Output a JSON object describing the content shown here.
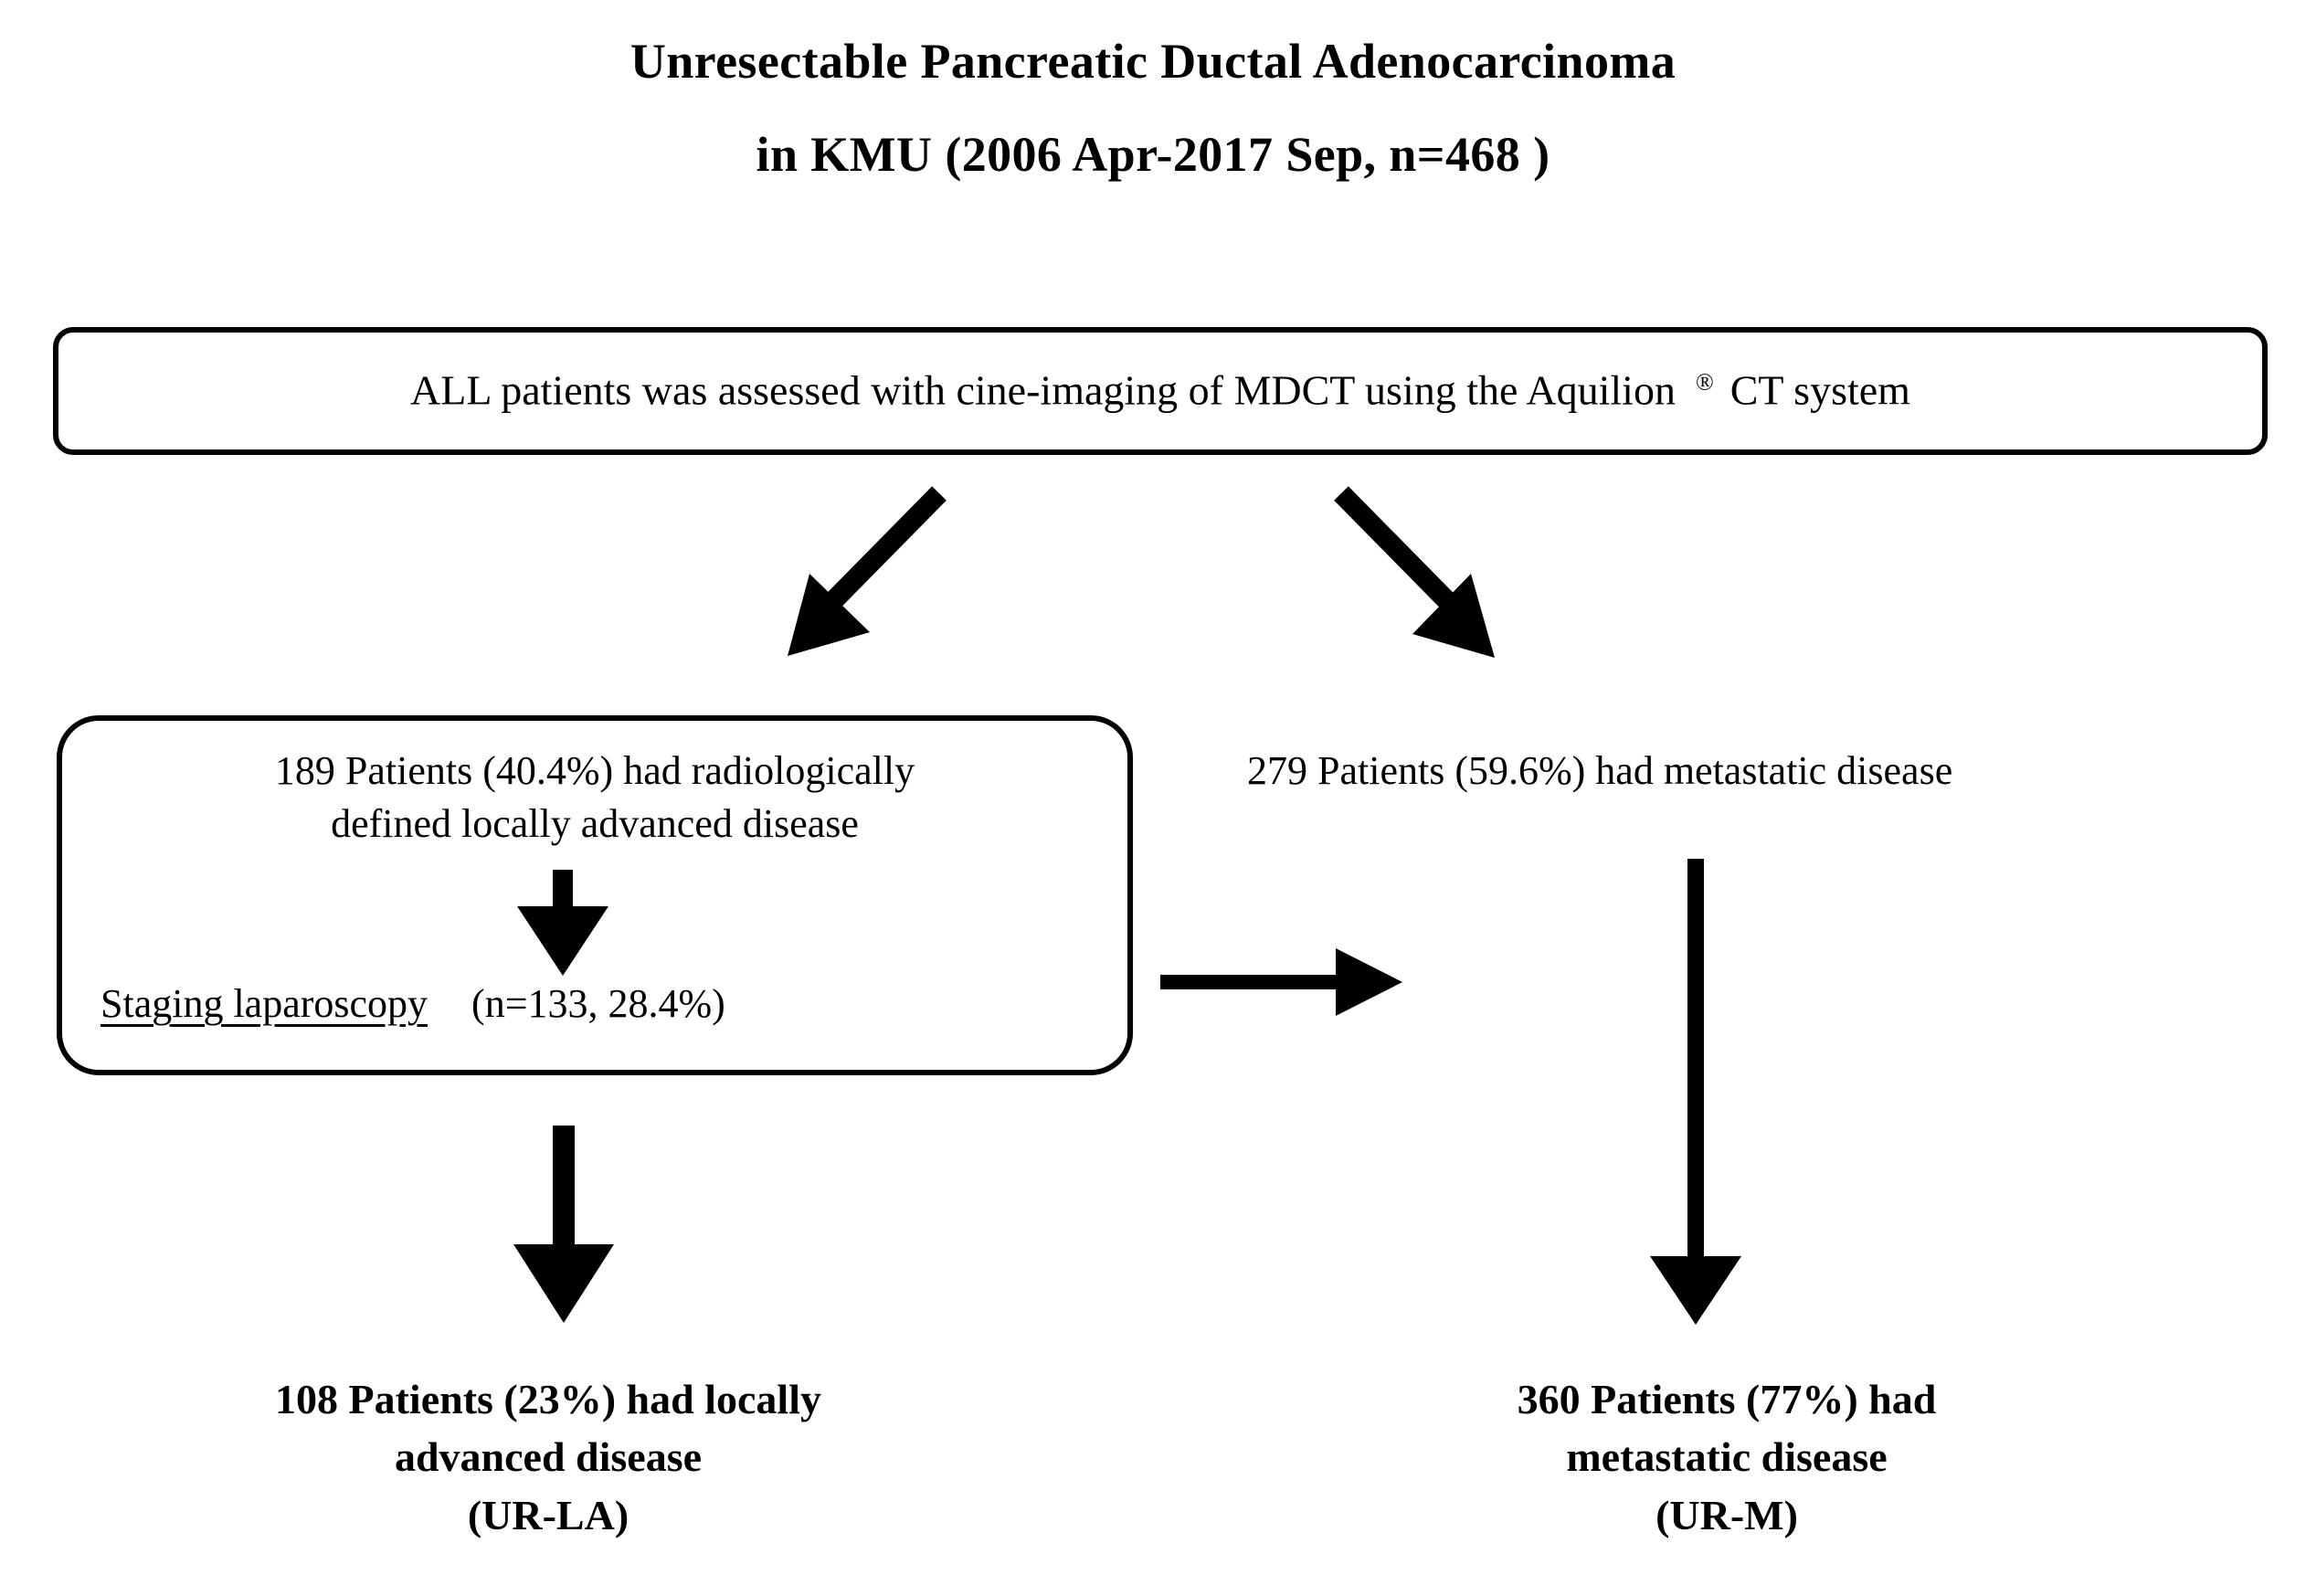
{
  "title": {
    "line1": "Unresectable Pancreatic Ductal  Adenocarcinoma",
    "line2": "in KMU (2006 Apr-2017 Sep, n=468 )"
  },
  "top_box": {
    "text_before": "ALL patients was assessed with cine-imaging of MDCT using the Aquilion",
    "registered_mark": "®",
    "text_after": "CT system"
  },
  "locally_advanced_box": {
    "line1": "189 Patients (40.4%) had radiologically",
    "line2": "defined locally advanced disease",
    "procedure_label": "Staging laparoscopy",
    "procedure_count": "(n=133, 28.4%)"
  },
  "metastatic_branch": {
    "label": "279 Patients (59.6%) had metastatic disease"
  },
  "outcome_left": {
    "line1": "108 Patients (23%) had locally",
    "line2": "advanced disease",
    "line3": "(UR-LA)"
  },
  "outcome_right": {
    "line1": "360 Patients (77%) had",
    "line2": "metastatic disease",
    "line3": "(UR-M)"
  },
  "colors": {
    "stroke": "#000000",
    "background": "#ffffff"
  },
  "chart_data": {
    "type": "diagram",
    "diagram_kind": "flowchart",
    "title": "Unresectable Pancreatic Ductal Adenocarcinoma in KMU (2006 Apr-2017 Sep, n=468 )",
    "total_n": 468,
    "nodes": [
      {
        "id": "assessment",
        "label": "ALL patients was assessed with cine-imaging of MDCT using the Aquilion ® CT system",
        "shape": "rounded-rect"
      },
      {
        "id": "locally-advanced",
        "label": "189 Patients (40.4%) had radiologically defined locally advanced disease",
        "n": 189,
        "percent": 40.4,
        "shape": "rounded-rect"
      },
      {
        "id": "staging-laparoscopy",
        "label": "Staging laparoscopy (n=133, 28.4%)",
        "n": 133,
        "percent": 28.4,
        "shape": "text"
      },
      {
        "id": "metastatic",
        "label": "279 Patients (59.6%) had metastatic disease",
        "n": 279,
        "percent": 59.6,
        "shape": "text"
      },
      {
        "id": "ur-la",
        "label": "108 Patients (23%) had locally advanced disease (UR-LA)",
        "n": 108,
        "percent": 23,
        "shape": "text"
      },
      {
        "id": "ur-m",
        "label": "360 Patients (77%) had metastatic disease (UR-M)",
        "n": 360,
        "percent": 77,
        "shape": "text"
      }
    ],
    "edges": [
      {
        "from": "assessment",
        "to": "locally-advanced",
        "style": "thick-diagonal-left"
      },
      {
        "from": "assessment",
        "to": "metastatic",
        "style": "thick-diagonal-right"
      },
      {
        "from": "locally-advanced",
        "to": "staging-laparoscopy",
        "style": "thick-down"
      },
      {
        "from": "staging-laparoscopy",
        "to": "metastatic",
        "style": "thin-right"
      },
      {
        "from": "locally-advanced",
        "to": "ur-la",
        "style": "thick-down"
      },
      {
        "from": "metastatic",
        "to": "ur-m",
        "style": "thin-down"
      }
    ]
  }
}
